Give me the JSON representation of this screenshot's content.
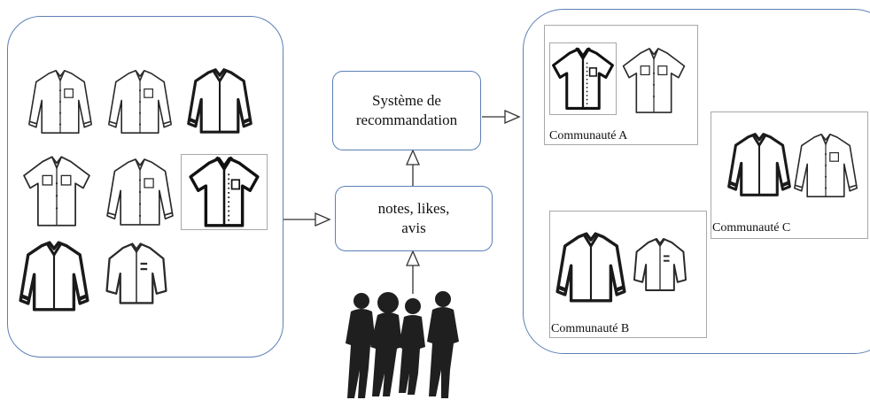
{
  "recommender": {
    "line1": "Système de",
    "line2": "recommandation"
  },
  "feedback": {
    "line1": "notes, likes,",
    "line2": "avis"
  },
  "communities": [
    {
      "label": "Communauté A"
    },
    {
      "label": "Communauté B"
    },
    {
      "label": "Communauté C"
    }
  ],
  "colors": {
    "box_border": "#5b7fb5",
    "arrow": "#333333",
    "frame_border": "#a8a8a8",
    "ink": "#1a1a1a"
  },
  "icons": [
    "long-sleeve-shirt-icon",
    "short-sleeve-shirt-icon",
    "people-silhouette-icon",
    "arrow-icon"
  ]
}
